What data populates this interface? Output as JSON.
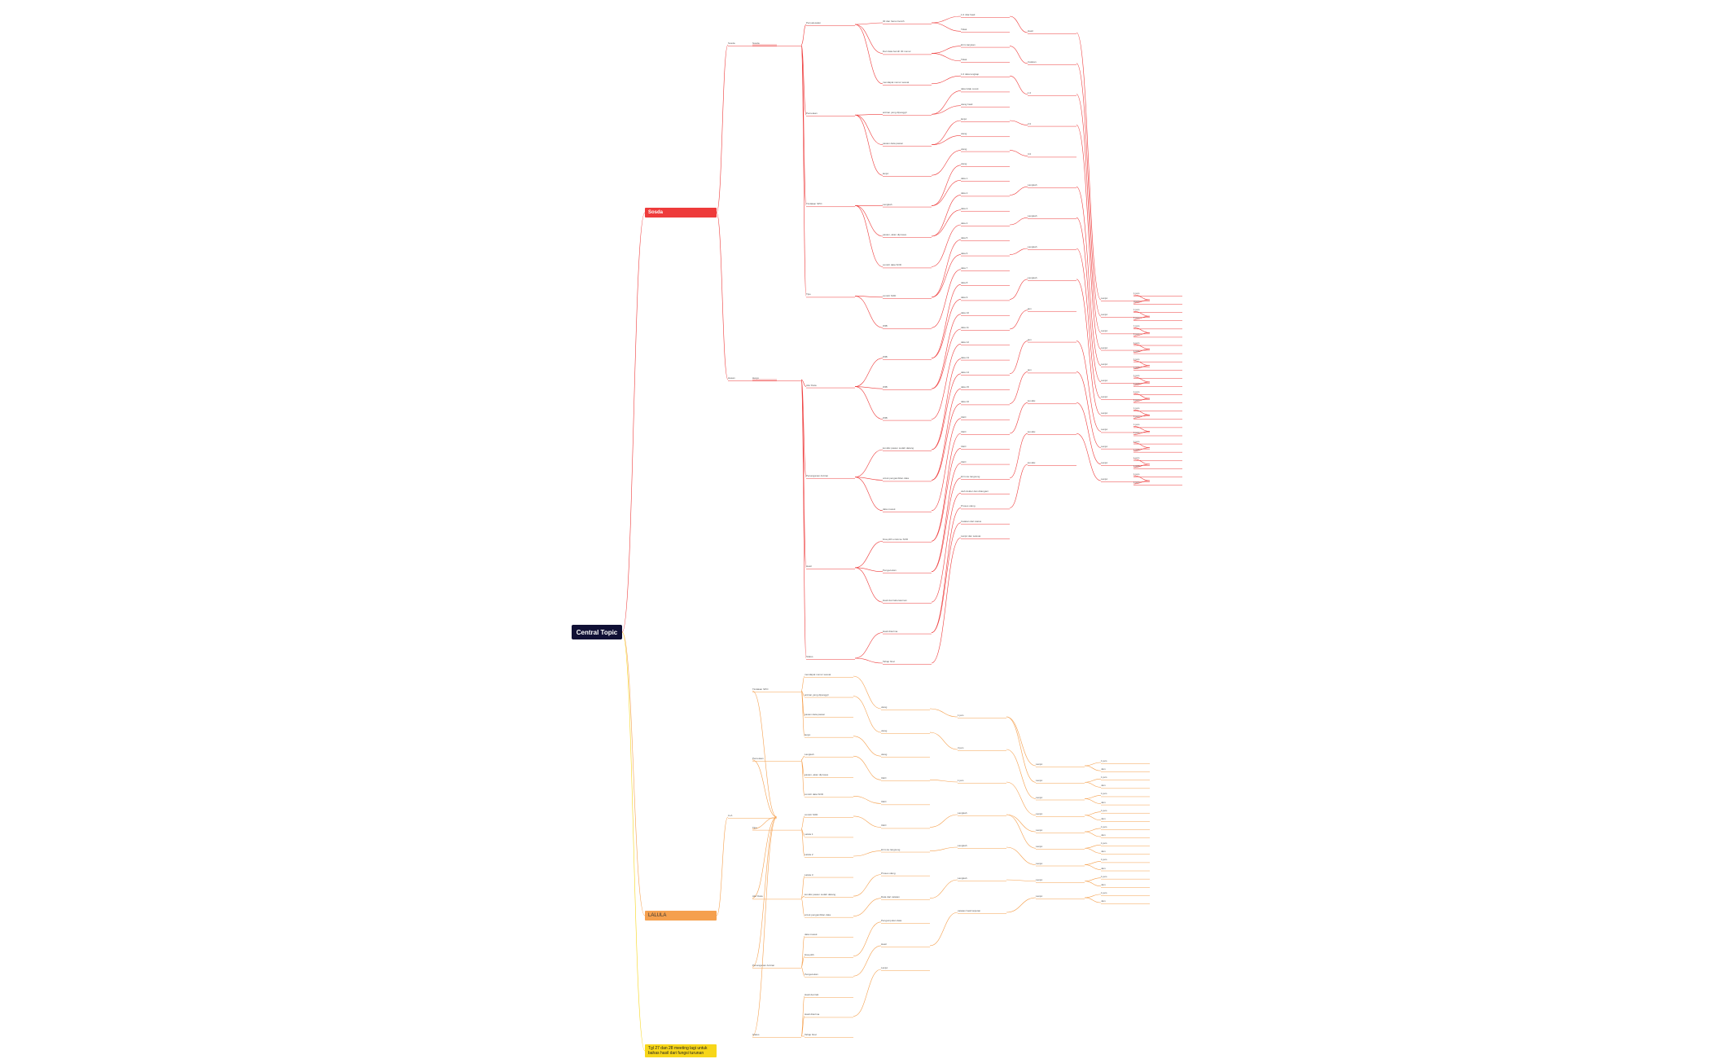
{
  "root": "Central Topic",
  "branches": {
    "red": "Sosda",
    "orange": "LALULA",
    "yellow": "Tgl 27 dan 28 meeting lagi untuk bahas hasil dari fungsi turunan"
  },
  "colors": {
    "red": "#ee3b3b",
    "orange": "#f5a04e",
    "yellow": "#f7d619",
    "root": "#101035"
  },
  "red_nodes": {
    "l1": [
      "Sosda",
      "Hasan"
    ],
    "l2": [
      "Sosda",
      "Haryo"
    ],
    "l3": [
      "Penyelesaian",
      "Pemetaan",
      "Tindakan SPO",
      "Tipe",
      "Alur Data",
      "Penanganan Antrian",
      "Hasil",
      "Status"
    ],
    "l4": [
      "30 dan harus bersih",
      "Dari data bersih 30 nomor",
      "mendapat nomor sesuai",
      "antrian yang dipanggil",
      "pasien data pasien",
      "lanjut",
      "Langkah",
      "pasien, akan diproses",
      "contoh data SOD",
      "contoh SOD",
      "WIB",
      "WIB",
      "WIB",
      "WIB",
      "kondisi pasien sudah datang",
      "untuk pengambilan data",
      "data masuk",
      "bisa pilih untuk ke SOD",
      "Pengecekan",
      "Hasil dari laboratorium",
      "Hasil diterima",
      "Tahap final"
    ],
    "l5": [
      "1.0 nilai hasil",
      "Tidak",
      "kirim lanjutan",
      "Tidak",
      "1.0 data lengkap",
      "data tidak cocok",
      "ulang hasil",
      "lanjut",
      "ulang",
      "ulang",
      "ulang",
      "data 1",
      "data 2",
      "data 3",
      "data 4",
      "data 5",
      "data 6",
      "data 7",
      "data 8",
      "data 9",
      "data 10",
      "data 11",
      "data 12",
      "data 13",
      "data 14",
      "data 15",
      "data 16",
      "CEO",
      "CEO",
      "CEO",
      "CEO",
      "kirim ke langsung",
      "oleh dokter dan ditangani",
      "Proses ulang",
      "Catatan dari status",
      "Lanjut dan selesai"
    ],
    "l6": [
      "Hasil",
      "Catatan",
      "1.0",
      "2.0",
      "3.0",
      "Langkah",
      "Langkah",
      "Langkah",
      "Langkah",
      "jam",
      "jam",
      "jam",
      "kondisi",
      "kondisi",
      "kondisi"
    ],
    "l7": [
      "Lanjut",
      "Lanjut",
      "Lanjut",
      "Lanjut",
      "Lanjut",
      "Lanjut",
      "Lanjut",
      "Lanjut",
      "Lanjut",
      "Lanjut",
      "Lanjut",
      "Lanjut"
    ],
    "l8": [
      "1 jam",
      "3 jam",
      "1 jam",
      "1 jam",
      "1 jam",
      "1 jam",
      "1 jam",
      "1 jam",
      "1 jam",
      "1 jam",
      "1 jam",
      "1 jam",
      "1 jam",
      "1 jam",
      "1 jam",
      "1 jam",
      "1 jam",
      "1 jam",
      "1 jam",
      "1 jam",
      "1 jam",
      "1 jam",
      "1 jam",
      "1 jam"
    ]
  },
  "orange_nodes": {
    "l1": [
      "LLA"
    ],
    "l2": [
      "Tindakan SPO",
      "Pemetaan",
      "Tipe",
      "Alur Data",
      "Penanganan Antrian",
      "Status"
    ],
    "l3": [
      "mendapat nomor sesuai",
      "antrian yang dipanggil",
      "pasien data pasien",
      "lanjut",
      "Langkah",
      "pasien, akan diproses",
      "contoh data SOD",
      "contoh SOD",
      "Lalula 1",
      "Lalula 2",
      "Lalula 3",
      "kondisi pasien sudah datang",
      "untuk pengambilan data",
      "data masuk",
      "bisa pilih",
      "Pengecekan",
      "Hasil dari lab",
      "Hasil diterima",
      "Tahap final"
    ],
    "l4": [
      "ulang",
      "ulang",
      "ulang",
      "CEO",
      "CEO",
      "CEO",
      "kirim ke langsung",
      "Proses ulang",
      "Data dari catatan",
      "Pengumpulan data",
      "Hasil",
      "Lanjut"
    ],
    "l5": [
      "1 jam",
      "3 jam",
      "1 jam",
      "Langkah",
      "Langkah",
      "Langkah",
      "catatan hasil lanjutan"
    ],
    "l6": [
      "Lanjut",
      "Lanjut",
      "Lanjut",
      "Lanjut",
      "Lanjut",
      "Lanjut",
      "Lanjut",
      "Lanjut",
      "Lanjut"
    ],
    "l7": [
      "1 jam",
      "Jam",
      "1 jam",
      "Jam",
      "1 jam",
      "Jam",
      "1 jam",
      "Jam",
      "1 jam",
      "Jam",
      "1 jam",
      "Jam",
      "1 jam",
      "Jam",
      "1 jam",
      "Jam",
      "1 jam",
      "Jam"
    ]
  }
}
